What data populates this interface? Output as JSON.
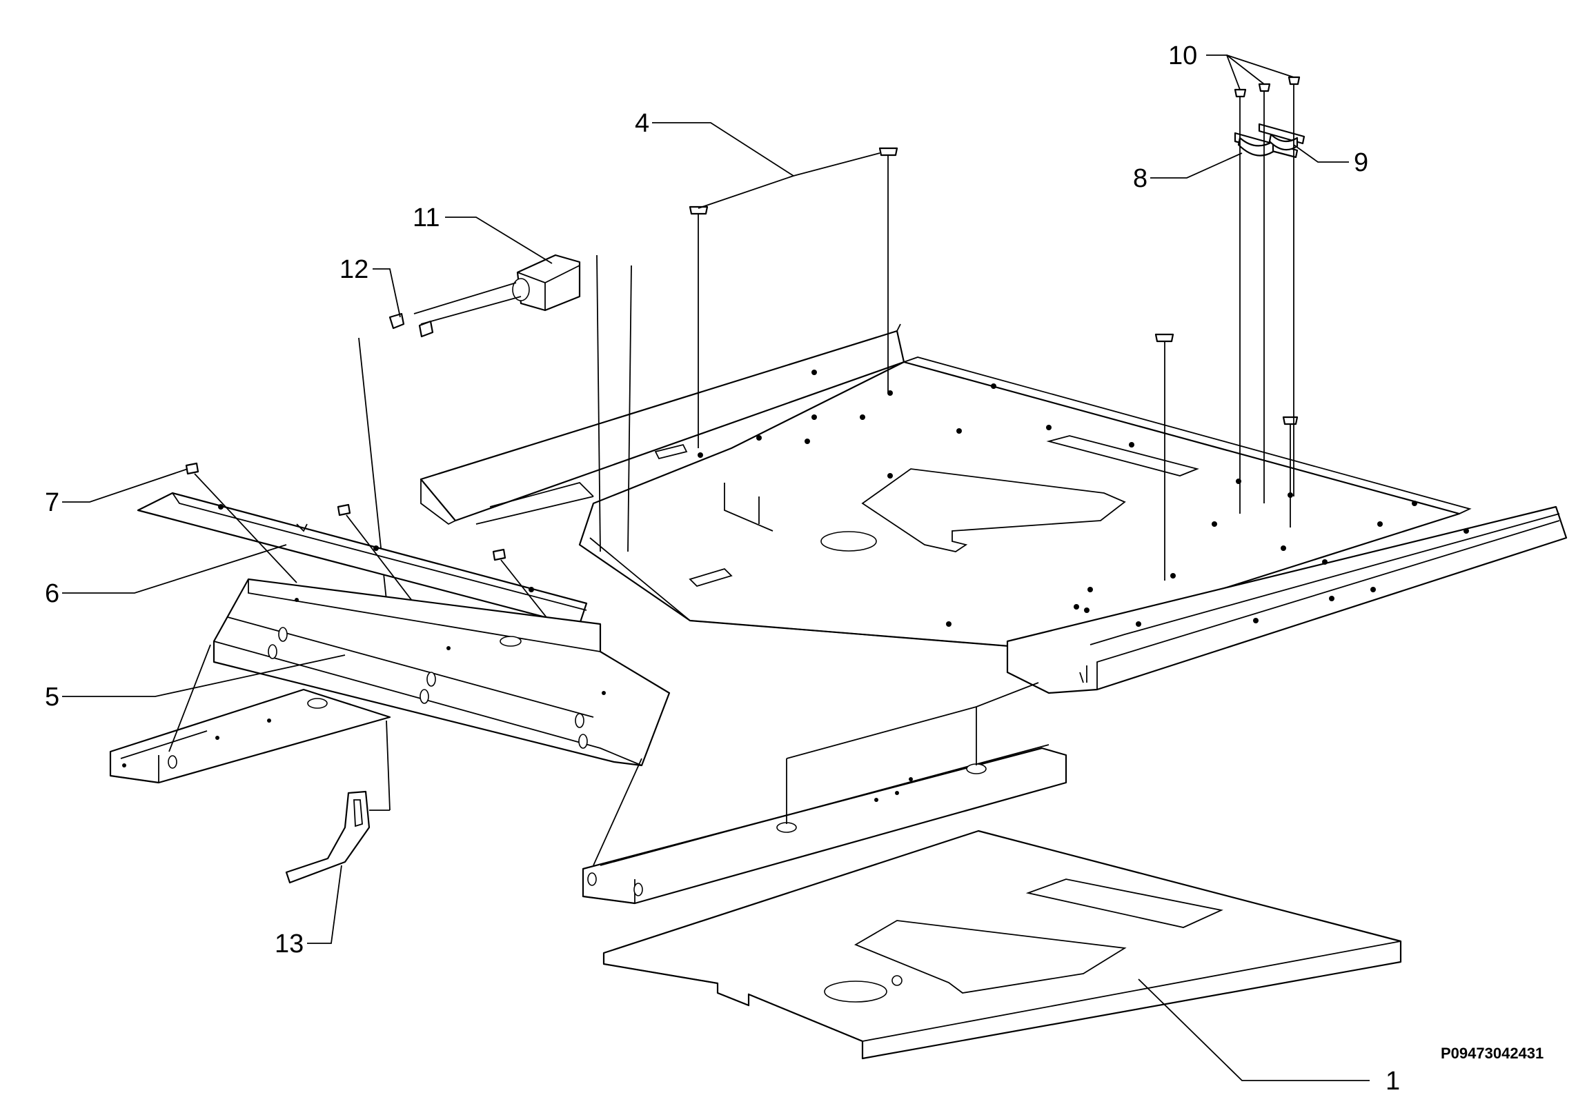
{
  "callouts": {
    "c1": "1",
    "c4": "4",
    "c5": "5",
    "c6": "6",
    "c7": "7",
    "c8": "8",
    "c9": "9",
    "c10": "10",
    "c11": "11",
    "c12": "12",
    "c13": "13"
  },
  "document_id": "P09473042431"
}
